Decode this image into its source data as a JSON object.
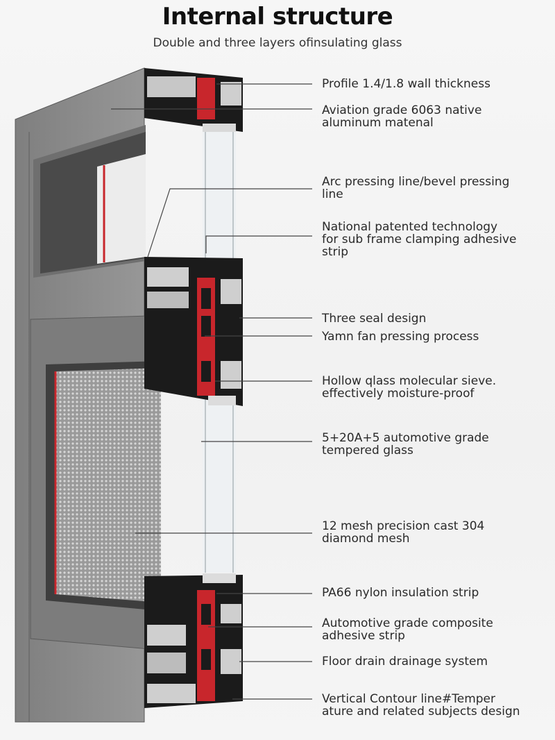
{
  "title": "Internal structure",
  "subtitle": "Double and three layers ofinsulating glass",
  "callouts": [
    "Profile 1.4/1.8 wall thickness",
    "Aviation grade 6063 native\naluminum matenal",
    "Arc pressing line/bevel pressing\nline",
    "National patented technology\nfor sub frame clamping adhesive\nstrip",
    "Three seal design",
    "Yamn fan pressing process",
    "Hollow qlass molecular sieve.\neffectively moisture-proof",
    "5+20A+5 automotive grade\ntempered glass",
    "12 mesh precision cast 304\ndiamond mesh",
    "PA66 nylon insulation strip",
    "Automotive grade composite\nadhesive strip",
    "Floor drain drainage system",
    "Vertical Contour line#Temper\nature and related subjects design"
  ],
  "colors": {
    "frame": "#8e8e8e",
    "frame_dark": "#6b6b6b",
    "profile_black": "#1b1b1b",
    "nylon_red": "#c8262c",
    "glass": "#e9eef0",
    "leader": "#444444"
  }
}
